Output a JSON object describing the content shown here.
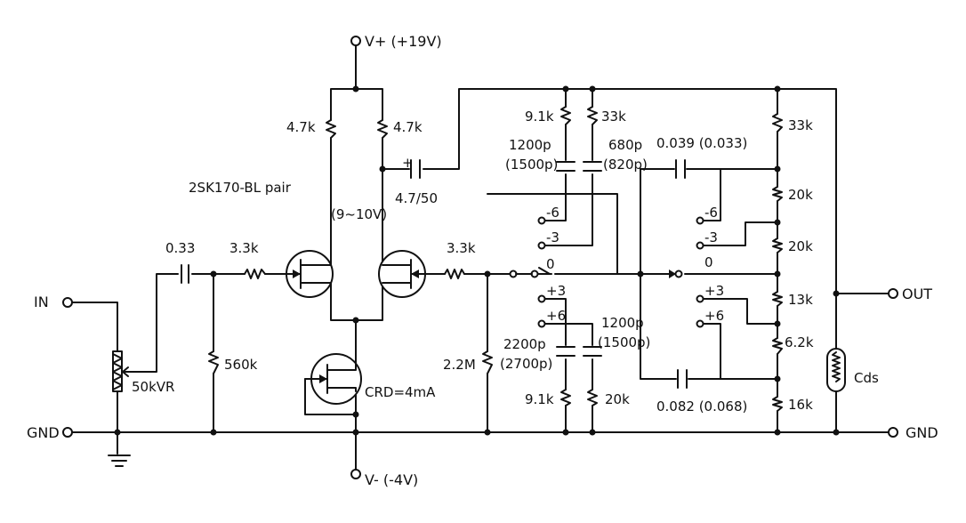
{
  "title": "",
  "labels": {
    "vplus": "V+ (+19V)",
    "vminus": "V- (-4V)",
    "in": "IN",
    "gnd_left": "GND",
    "gnd_right": "GND",
    "out": "OUT",
    "fet_pair": "2SK170-BL pair",
    "drain_v": "(9~10V)",
    "r_drain_left": "4.7k",
    "r_drain_right": "4.7k",
    "c_out": "4.7/50",
    "c_out_plus": "+",
    "c_in": "0.33",
    "r_gate_left": "3.3k",
    "r_gate_right": "3.3k",
    "pot": "50kVR",
    "r_bias": "560k",
    "crd": "CRD=4mA",
    "r_ground": "2.2M",
    "tone_r_top1": "9.1k",
    "tone_r_top2": "33k",
    "tone_c_top1a": "1200p",
    "tone_c_top1b": "(1500p)",
    "tone_c_top2a": "680p",
    "tone_c_top2b": "(820p)",
    "tone_c_bot1a": "2200p",
    "tone_c_bot1b": "(2700p)",
    "tone_c_bot2a": "1200p",
    "tone_c_bot2b": "(1500p)",
    "tone_r_bot1": "9.1k",
    "tone_r_bot2": "20k",
    "sw1_m6": "-6",
    "sw1_m3": "-3",
    "sw1_0": "0",
    "sw1_p3": "+3",
    "sw1_p6": "+6",
    "sw2_m6": "-6",
    "sw2_m3": "-3",
    "sw2_0": "0",
    "sw2_p3": "+3",
    "sw2_p6": "+6",
    "c_top_right": "0.039 (0.033)",
    "c_bot_right": "0.082 (0.068)",
    "ladder_33k": "33k",
    "ladder_20k_a": "20k",
    "ladder_20k_b": "20k",
    "ladder_13k": "13k",
    "ladder_62k": "6.2k",
    "ladder_16k": "16k",
    "cds": "Cds"
  }
}
